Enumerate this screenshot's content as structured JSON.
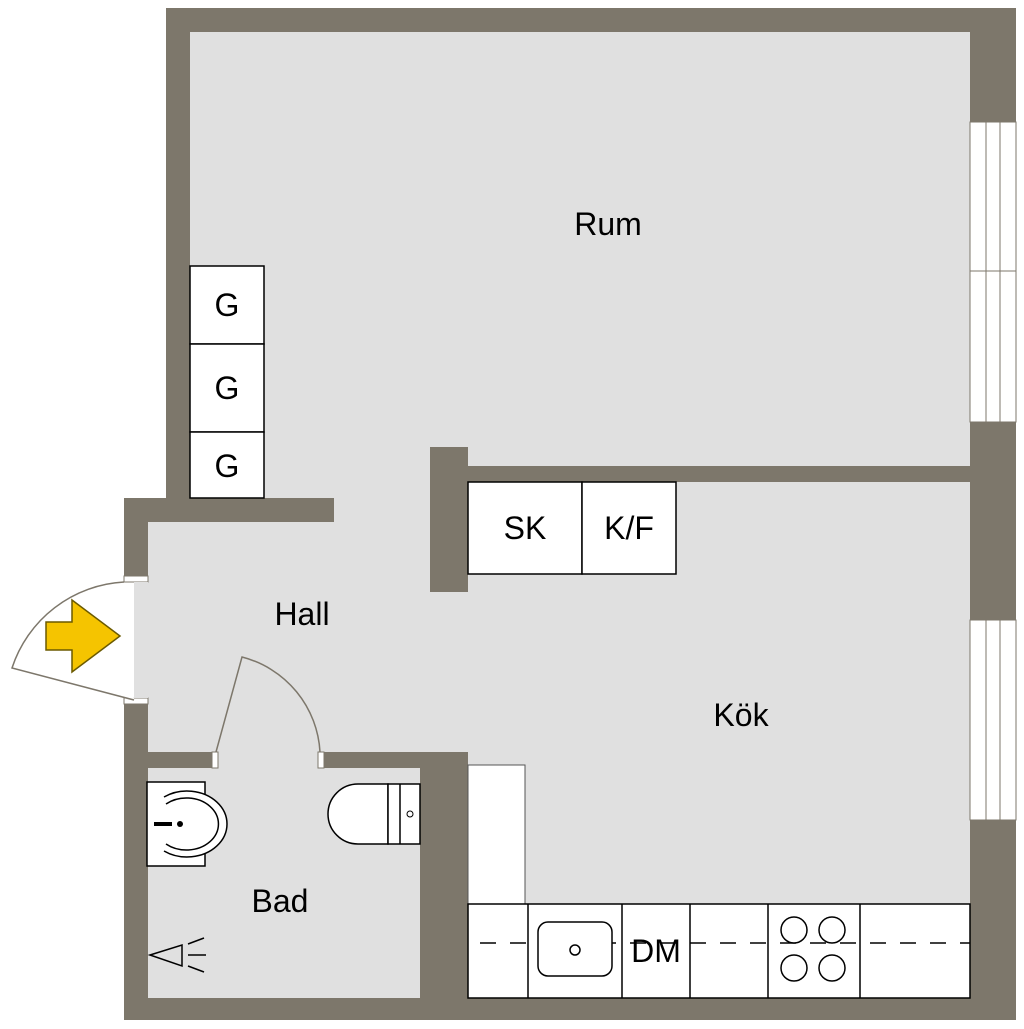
{
  "rooms": {
    "rum": "Rum",
    "hall": "Hall",
    "kok": "Kök",
    "bad": "Bad"
  },
  "fixtures": {
    "wardrobe": [
      "G",
      "G",
      "G"
    ],
    "freezer": "SK",
    "fridge_freezer": "K/F",
    "dishwasher": "DM"
  },
  "colors": {
    "wall": "#7d776b",
    "floor": "#e0e0e0",
    "entrance_arrow": "#f5c400"
  }
}
